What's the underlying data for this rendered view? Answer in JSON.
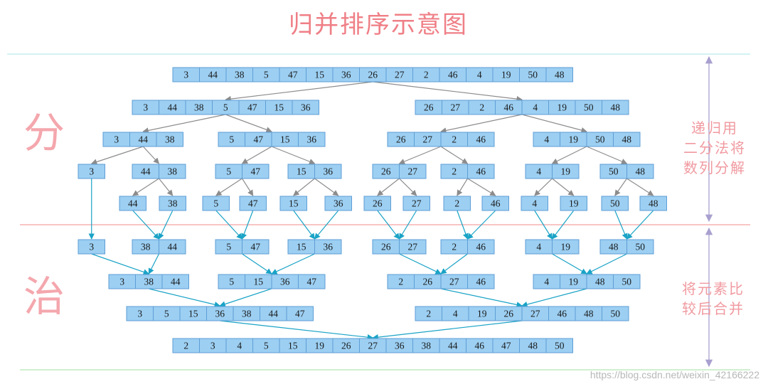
{
  "title": "归并排序示意图",
  "divide_label": "分",
  "conquer_label": "治",
  "divide_note": [
    "递归用",
    "二分法将",
    "数列分解"
  ],
  "conquer_note": [
    "将元素比",
    "较后合并"
  ],
  "watermark": "https://blog.csdn.net/weixin_42166222",
  "colors": {
    "title": "#ef7f86",
    "cell_fill": "#9ccff2",
    "cell_border": "#5e9ed6",
    "split_arrow": "#8c8c8c",
    "merge_arrow": "#1aa3c6",
    "guide_top": "#b7ecec",
    "guide_mid": "#f4a1a1",
    "guide_bottom": "#b4e8b4",
    "side_arrow": "#a9a0cf"
  },
  "rows": [
    {
      "phase": "split",
      "groups": [
        [
          3,
          44,
          38,
          5,
          47,
          15,
          36,
          26,
          27,
          2,
          46,
          4,
          19,
          50,
          48
        ]
      ]
    },
    {
      "phase": "split",
      "groups": [
        [
          3,
          44,
          38,
          5,
          47,
          15,
          36
        ],
        [
          26,
          27,
          2,
          46,
          4,
          19,
          50,
          48
        ]
      ]
    },
    {
      "phase": "split",
      "groups": [
        [
          3,
          44,
          38
        ],
        [
          5,
          47,
          15,
          36
        ],
        [
          26,
          27,
          2,
          46
        ],
        [
          4,
          19,
          50,
          48
        ]
      ]
    },
    {
      "phase": "split",
      "groups": [
        [
          3
        ],
        [
          44,
          38
        ],
        [
          5,
          47
        ],
        [
          15,
          36
        ],
        [
          26,
          27
        ],
        [
          2,
          46
        ],
        [
          4,
          19
        ],
        [
          50,
          48
        ]
      ]
    },
    {
      "phase": "split",
      "groups": [
        [
          44
        ],
        [
          38
        ],
        [
          5
        ],
        [
          47
        ],
        [
          15
        ],
        [
          36
        ],
        [
          26
        ],
        [
          27
        ],
        [
          2
        ],
        [
          46
        ],
        [
          4
        ],
        [
          19
        ],
        [
          50
        ],
        [
          48
        ]
      ]
    },
    {
      "phase": "merge",
      "groups": [
        [
          3
        ],
        [
          38,
          44
        ],
        [
          5,
          47
        ],
        [
          15,
          36
        ],
        [
          26,
          27
        ],
        [
          2,
          46
        ],
        [
          4,
          19
        ],
        [
          48,
          50
        ]
      ]
    },
    {
      "phase": "merge",
      "groups": [
        [
          3,
          38,
          44
        ],
        [
          5,
          15,
          36,
          47
        ],
        [
          2,
          26,
          27,
          46
        ],
        [
          4,
          19,
          48,
          50
        ]
      ]
    },
    {
      "phase": "merge",
      "groups": [
        [
          3,
          5,
          15,
          36,
          38,
          44,
          47
        ],
        [
          2,
          4,
          19,
          26,
          27,
          46,
          48,
          50
        ]
      ]
    },
    {
      "phase": "merge",
      "groups": [
        [
          2,
          3,
          4,
          5,
          15,
          19,
          26,
          27,
          36,
          38,
          44,
          46,
          47,
          48,
          50
        ]
      ]
    }
  ]
}
